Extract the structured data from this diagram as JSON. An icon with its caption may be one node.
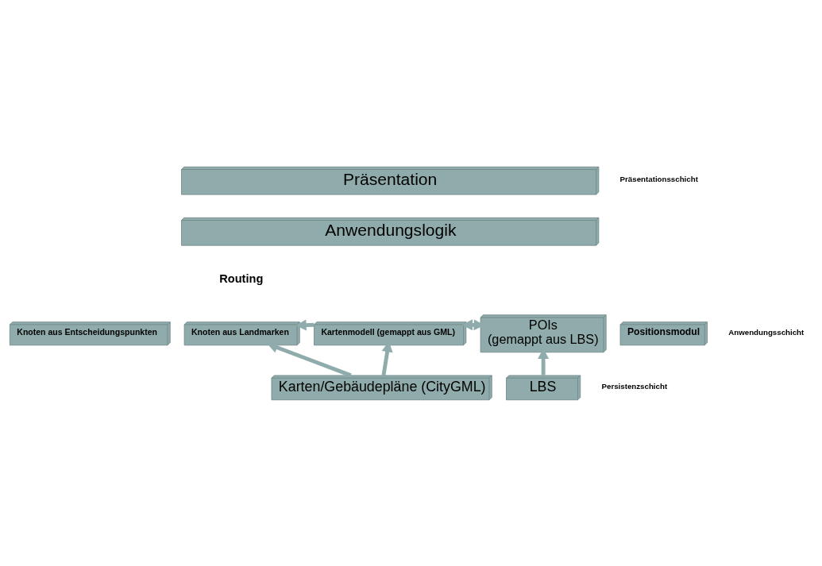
{
  "diagram": {
    "nodes": [
      {
        "text": [
          "Präsentation"
        ]
      },
      {
        "text": [
          "Anwendungslogik"
        ]
      },
      {
        "text": [
          "Knoten aus Entscheidungspunkten"
        ]
      },
      {
        "text": [
          "Knoten aus Landmarken"
        ]
      },
      {
        "text": [
          "Kartenmodell (gemappt aus GML)"
        ]
      },
      {
        "text": [
          "POIs",
          "(gemappt aus LBS)"
        ]
      },
      {
        "text": [
          "Positionsmodul"
        ]
      },
      {
        "text": [
          "Karten/Gebäudepläne (CityGML)"
        ]
      },
      {
        "text": [
          "LBS"
        ]
      }
    ],
    "edges": [
      {
        "from": 4,
        "to": 3,
        "arrow": "to"
      },
      {
        "from": 4,
        "to": 5,
        "arrow": "both"
      },
      {
        "from": 7,
        "to": 3,
        "arrow": "to"
      },
      {
        "from": 7,
        "to": 4,
        "arrow": "to"
      },
      {
        "from": 8,
        "to": 5,
        "arrow": "to"
      }
    ],
    "labels": [
      "Präsentationsschicht",
      "Routing",
      "Anwendungsschicht",
      "Persistenzschicht"
    ]
  }
}
